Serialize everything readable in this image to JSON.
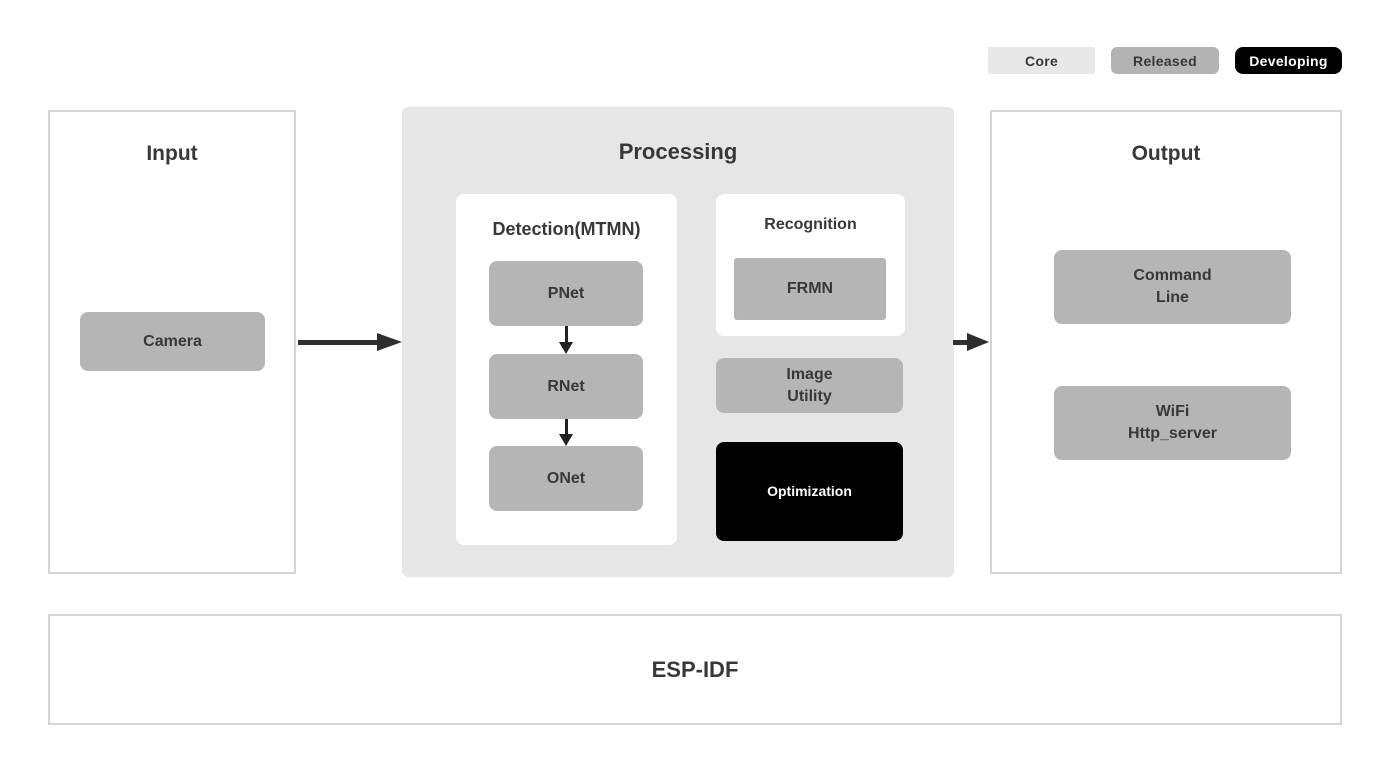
{
  "legend": {
    "core": "Core",
    "released": "Released",
    "developing": "Developing"
  },
  "input": {
    "title": "Input",
    "camera": "Camera"
  },
  "processing": {
    "title": "Processing",
    "detection": {
      "title": "Detection(MTMN)",
      "nodes": [
        "PNet",
        "RNet",
        "ONet"
      ]
    },
    "recognition": {
      "title": "Recognition",
      "node": "FRMN"
    },
    "image_utility": "Image\nUtility",
    "optimization": "Optimization"
  },
  "output": {
    "title": "Output",
    "command_line": "Command\nLine",
    "wifi_http_server": "WiFi\nHttp_server"
  },
  "foundation": {
    "title": "ESP-IDF"
  },
  "colors": {
    "core_bg": "#e8e8e8",
    "released_bg": "#b5b5b5",
    "developing_bg": "#000000",
    "developing_text": "#ffffff",
    "processing_panel_bg": "#e6e6e6",
    "panel_border": "#d5d5d5",
    "text": "#383838",
    "arrow": "#2e2e2e"
  }
}
